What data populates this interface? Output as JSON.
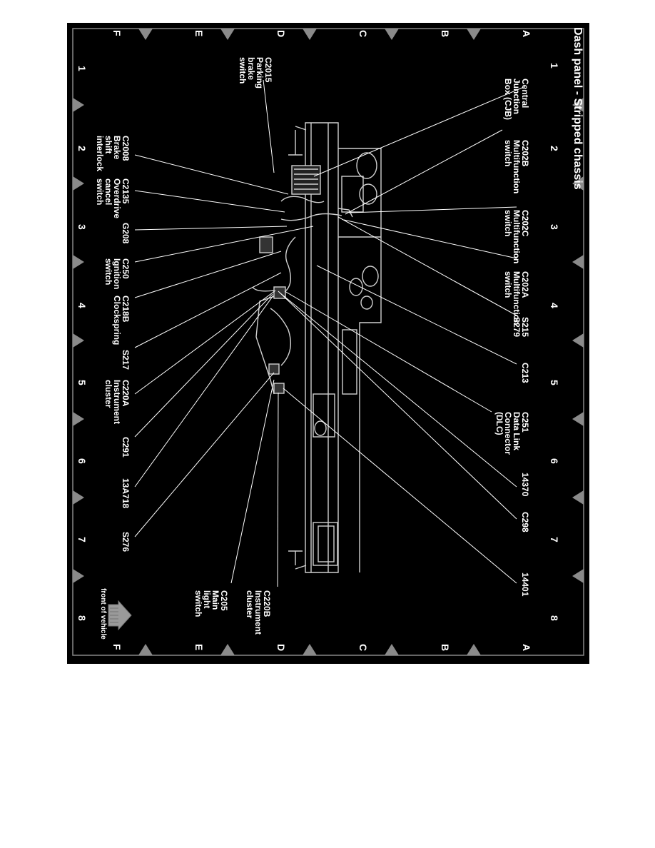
{
  "title": "Dash panel - Stripped chassis",
  "grid_cols": [
    "1",
    "2",
    "3",
    "4",
    "5",
    "6",
    "7",
    "8"
  ],
  "grid_rows": [
    "A",
    "B",
    "C",
    "D",
    "E",
    "F"
  ],
  "components": {
    "cjb": "Central\nJunction\nBox (CJB)",
    "c202b": "C202B\nMultifunction\nswitch",
    "c202c": "C202C\nMultifunction\nswitch",
    "c202a": "C202A\nMultifunction\nswitch",
    "s215": "S215\nS279",
    "c213": "C213",
    "c251": "C251\nData Link\nConnector\n(DLC)",
    "p14370": "14370",
    "c298": "C298",
    "p14401": "14401",
    "c2015": "C2015\nParking\nbrake\nswitch",
    "c2008": "C2008\nBrake\nshift\ninterlock",
    "c2135": "C2135\nOverdrive\ncancel\nswitch",
    "g208": "G208",
    "c250": "C250\nIgnition\nswitch",
    "c218b": "C218B\nClockspring",
    "s217": "S217",
    "c220a": "C220A\nInstrument\ncluster",
    "c291": "C291",
    "p13a718": "13A718",
    "s276": "S276",
    "c220b": "C220B\nInstrument\ncluster",
    "c205": "C205\nMain\nlight\nswitch"
  },
  "legend": {
    "front_label": "front of vehicle",
    "arrow_icon": "arrow-right-icon"
  }
}
